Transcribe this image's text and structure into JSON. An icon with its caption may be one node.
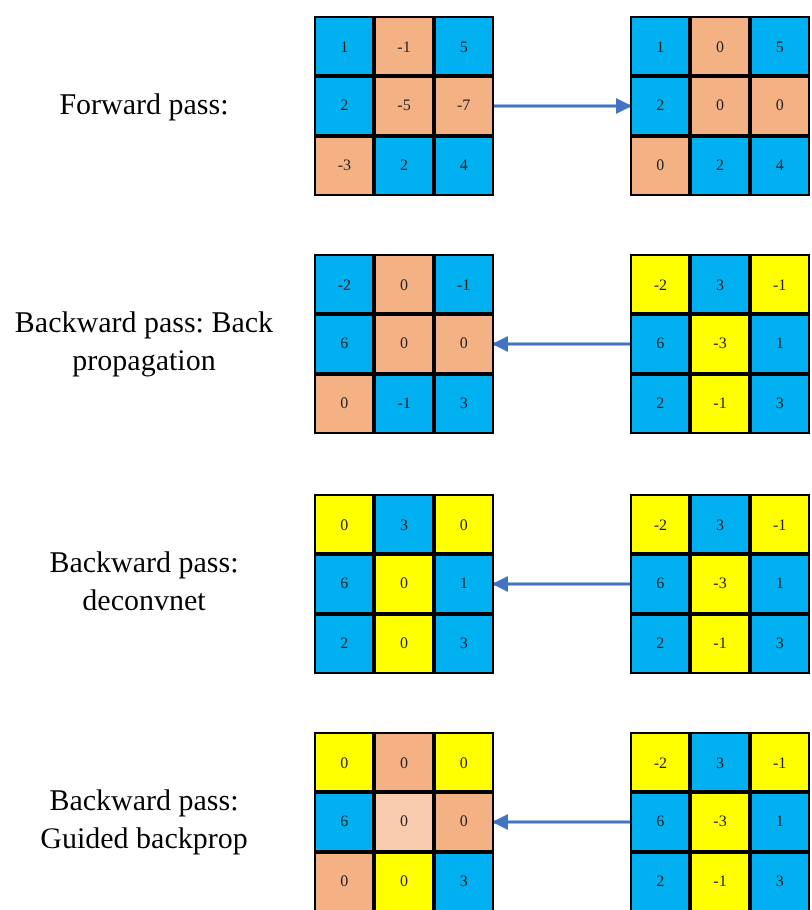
{
  "diagram": {
    "nodes": [
      {
        "text": [
          "1",
          "-1",
          "5",
          "2",
          "-5",
          "-7",
          "-3",
          "2",
          "4"
        ]
      },
      {
        "text": [
          "1",
          "0",
          "5",
          "2",
          "0",
          "0",
          "0",
          "2",
          "4"
        ]
      },
      {
        "text": [
          "-2",
          "0",
          "-1",
          "6",
          "0",
          "0",
          "0",
          "-1",
          "3"
        ]
      },
      {
        "text": [
          "-2",
          "3",
          "-1",
          "6",
          "-3",
          "1",
          "2",
          "-1",
          "3"
        ]
      },
      {
        "text": [
          "0",
          "3",
          "0",
          "6",
          "0",
          "1",
          "2",
          "0",
          "3"
        ]
      },
      {
        "text": [
          "-2",
          "3",
          "-1",
          "6",
          "-3",
          "1",
          "2",
          "-1",
          "3"
        ]
      },
      {
        "text": [
          "0",
          "0",
          "0",
          "6",
          "0",
          "0",
          "0",
          "0",
          "3"
        ]
      },
      {
        "text": [
          "-2",
          "3",
          "-1",
          "6",
          "-3",
          "1",
          "2",
          "-1",
          "3"
        ]
      }
    ],
    "edges": [
      {
        "from": 0,
        "to": 1,
        "arrow": "to"
      },
      {
        "from": 3,
        "to": 2,
        "arrow": "to"
      },
      {
        "from": 5,
        "to": 4,
        "arrow": "to"
      },
      {
        "from": 7,
        "to": 6,
        "arrow": "to"
      }
    ],
    "labels": [
      "Forward pass:",
      "Backward pass: Back propagation",
      "Backward pass: deconvnet",
      "Backward pass: Guided backprop"
    ]
  }
}
